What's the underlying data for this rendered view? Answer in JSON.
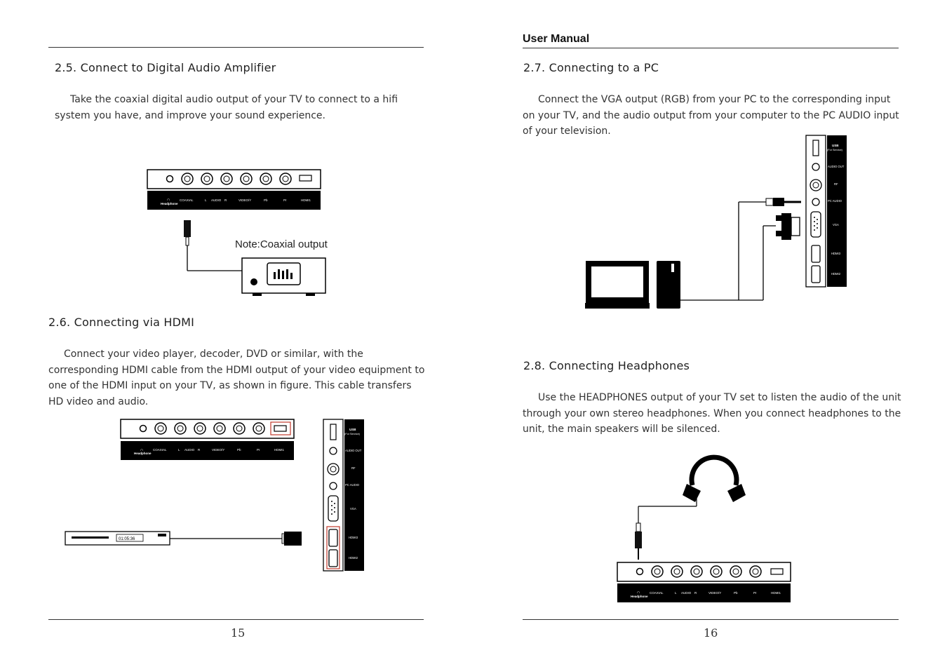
{
  "left_page": {
    "section_25": {
      "title": "2.5. Connect to Digital Audio Amplifier",
      "body": "Take the coaxial digital audio output of your TV to connect to a hifi system you have, and improve your sound experience.",
      "note": "Note:Coaxial output"
    },
    "section_26": {
      "title": "2.6. Connecting via HDMI",
      "body": "Connect your video player, decoder, DVD or similar, with the corresponding HDMI cable from the HDMI output of your video equipment to one of the HDMI input on your TV, as shown in figure. This cable transfers HD video and audio.",
      "player_display": "01:05:36"
    },
    "page_number": "15"
  },
  "right_page": {
    "header": "User Manual",
    "section_27": {
      "title": "2.7. Connecting to a PC",
      "body": "Connect the VGA output (RGB) from your PC to the corresponding input on your TV, and the audio output from your computer to the PC AUDIO input of your television."
    },
    "section_28": {
      "title": "2.8. Connecting Headphones",
      "body": "Use the HEADPHONES output of your TV set to listen the audio of the unit through your own stereo headphones. When you connect headphones to the unit, the main speakers will be silenced."
    },
    "page_number": "16"
  },
  "rear_panel_labels": {
    "headphone": "Headphone",
    "coaxial": "COAXIAL",
    "l": "L",
    "audio": "AUDIO",
    "r": "R",
    "video": "VIDEO/Y",
    "pb": "Pb",
    "pr": "Pr",
    "hdmi1": "HDMI1"
  },
  "side_panel_labels": {
    "usb": "USB",
    "usb_sub": "(For Service)",
    "audio_out": "AUDIO OUT",
    "rf": "RF",
    "pc_audio": "PC AUDIO",
    "vga": "VGA",
    "hdmi3": "HDMI3",
    "hdmi2": "HDMI2"
  }
}
